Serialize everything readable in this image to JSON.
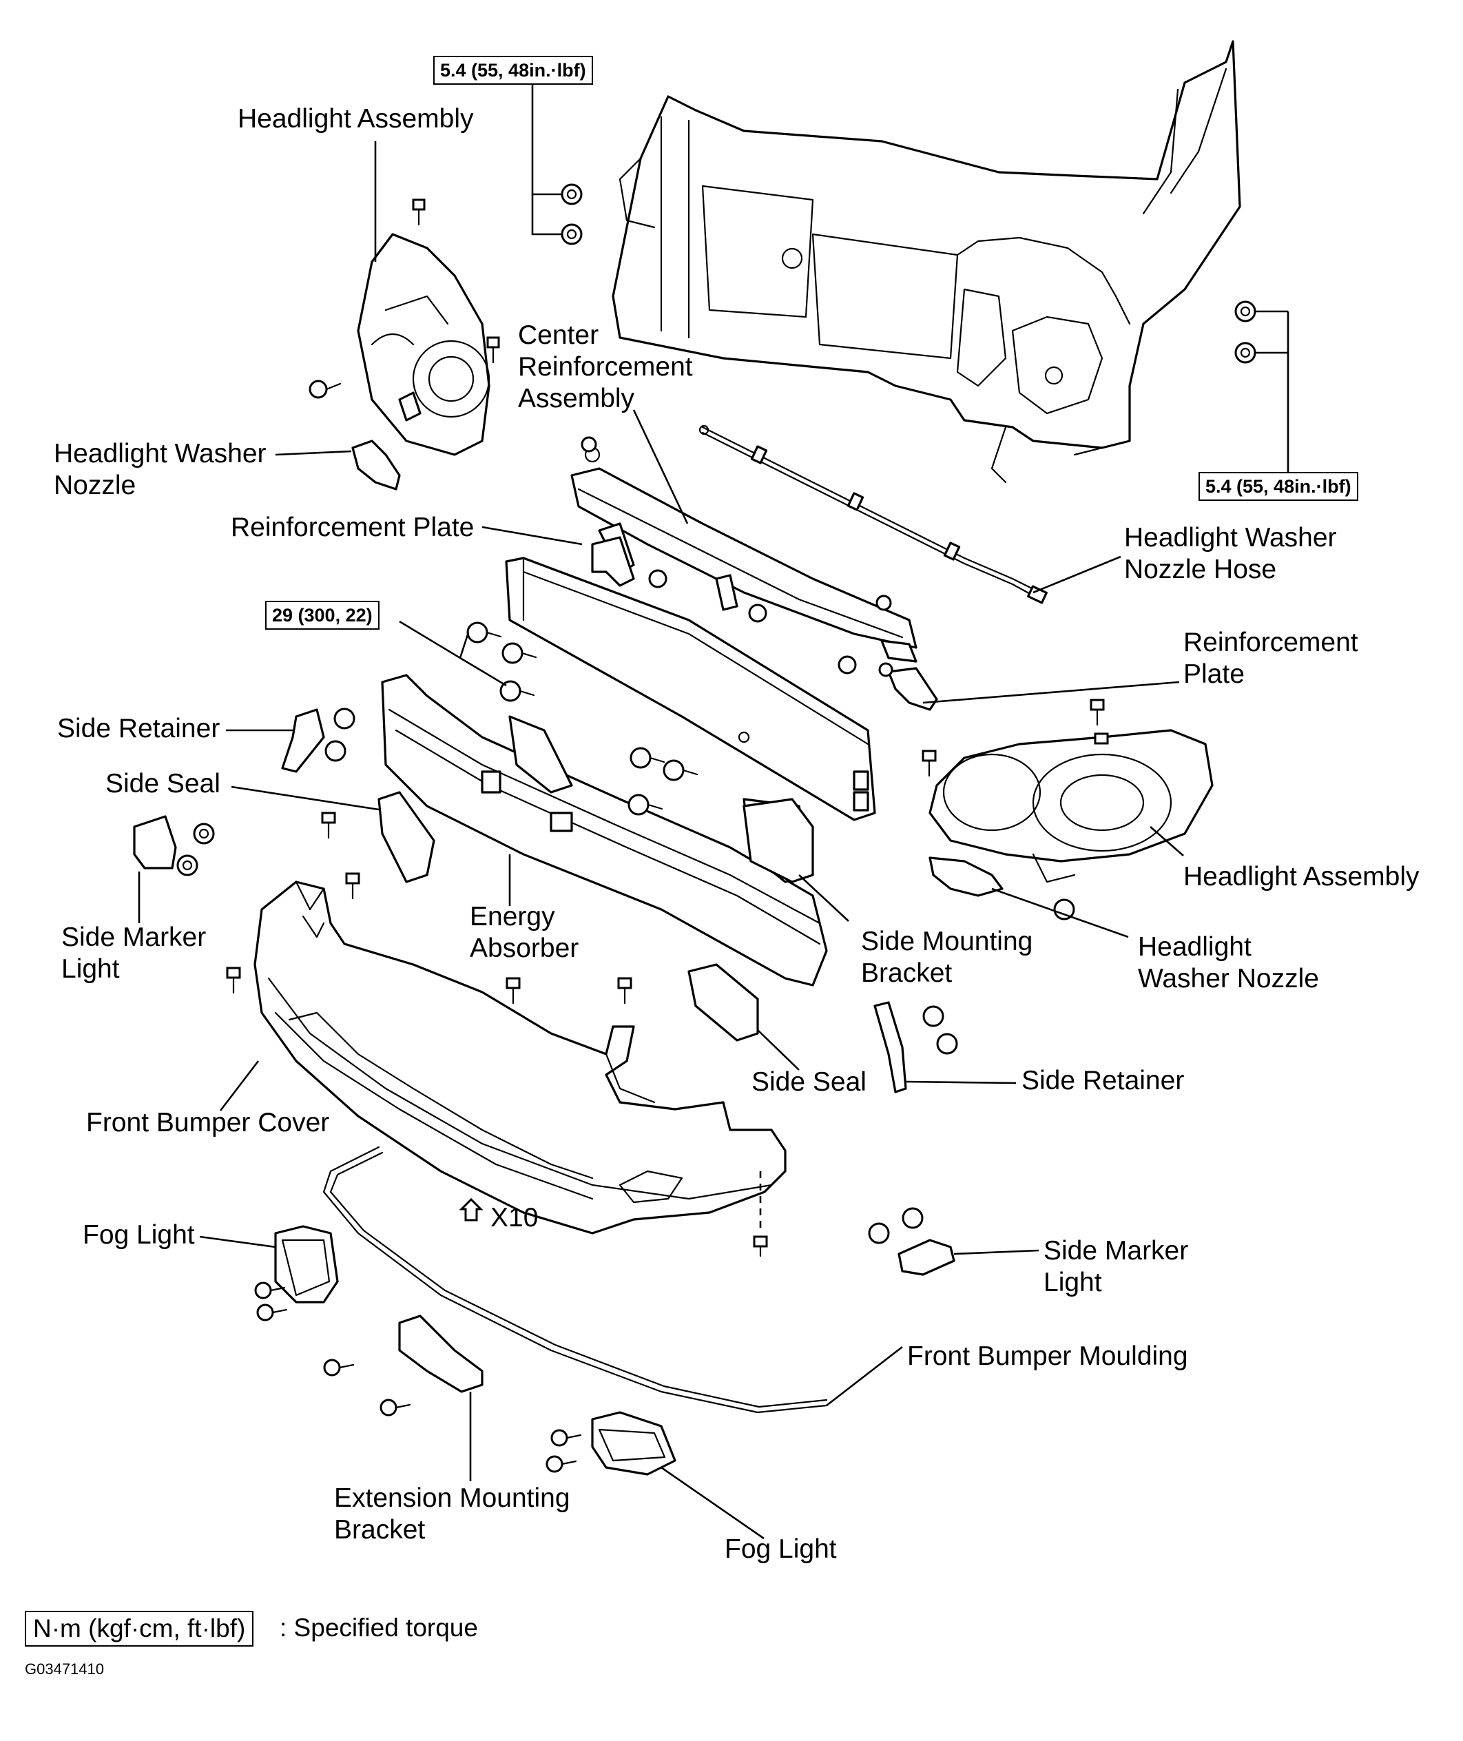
{
  "figure_id": "G03471410",
  "legend": {
    "torque_unit": "N·m (kgf·cm, ft·lbf)",
    "description": ": Specified torque"
  },
  "torque_specs": {
    "headlight_nuts_left": "5.4 (55, 48in.·lbf)",
    "headlight_nuts_right": "5.4 (55, 48in.·lbf)",
    "reinforcement_bolts": "29 (300, 22)"
  },
  "fastener_count": "X10",
  "labels": {
    "headlight_assembly_left": "Headlight Assembly",
    "center_reinforcement": "Center\nReinforcement\nAssembly",
    "headlight_washer_nozzle_left": "Headlight Washer\nNozzle",
    "reinforcement_plate_left": "Reinforcement Plate",
    "headlight_washer_nozzle_hose": "Headlight Washer\nNozzle Hose",
    "reinforcement_plate_right": "Reinforcement\nPlate",
    "side_retainer_left": "Side Retainer",
    "side_seal_left": "Side Seal",
    "side_marker_light_left": "Side Marker\nLight",
    "energy_absorber": "Energy\nAbsorber",
    "side_mounting_bracket": "Side Mounting\nBracket",
    "headlight_assembly_right": "Headlight Assembly",
    "headlight_washer_nozzle_right": "Headlight\nWasher Nozzle",
    "side_seal_right": "Side Seal",
    "side_retainer_right": "Side Retainer",
    "front_bumper_cover": "Front Bumper Cover",
    "fog_light_left": "Fog Light",
    "side_marker_light_right": "Side Marker\nLight",
    "front_bumper_moulding": "Front Bumper Moulding",
    "extension_mounting_bracket": "Extension Mounting\nBracket",
    "fog_light_right": "Fog Light"
  }
}
